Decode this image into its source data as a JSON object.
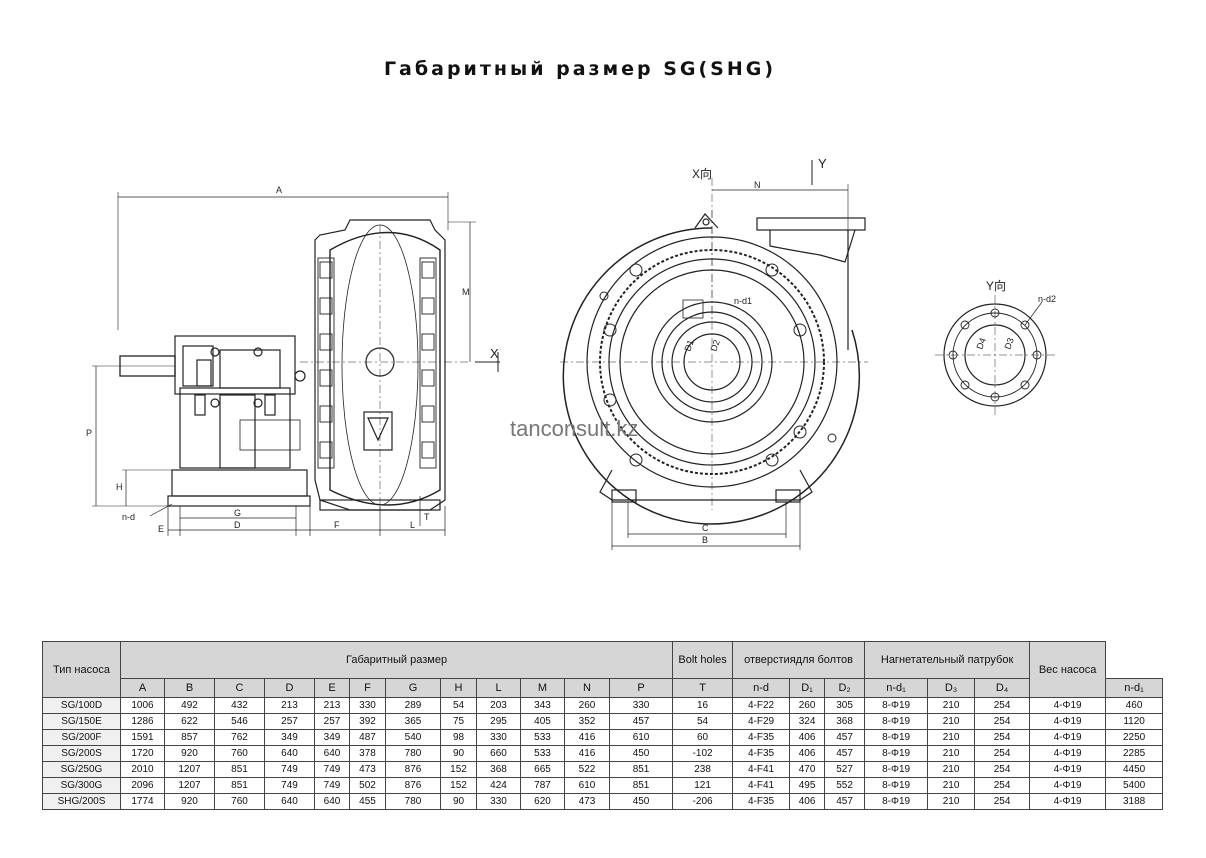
{
  "title": "Габаритный размер SG(SHG)",
  "watermark": "tanconsult.kz",
  "drawing_labels": {
    "A": "A",
    "M": "M",
    "X_mark": "X",
    "P": "P",
    "H": "H",
    "T": "T",
    "nd": "n-d",
    "E": "E",
    "G": "G",
    "D": "D",
    "F": "F",
    "L": "L",
    "x_view": "X向",
    "y_mark": "Y",
    "N": "N",
    "nd1": "n-d1",
    "D1": "D1",
    "D2": "D2",
    "C": "C",
    "B": "B",
    "y_view": "Y向",
    "nd2": "n-d2",
    "D4": "D4",
    "D3": "D3"
  },
  "table": {
    "col_pump_type": "Тип насоса",
    "group_dims": "Габаритный размер",
    "group_bolt": "Bolt holes",
    "group_flange": "отверстиядля болтов",
    "group_outlet": "Нагнетательный патрубок",
    "col_weight": "Вес насоса",
    "subheaders": [
      "A",
      "B",
      "C",
      "D",
      "E",
      "F",
      "G",
      "H",
      "L",
      "M",
      "N",
      "P",
      "T",
      "n-d",
      "D₁",
      "D₂",
      "n-d₁",
      "D₃",
      "D₄",
      "n-d₁"
    ],
    "rows": [
      [
        "SG/100D",
        "1006",
        "492",
        "432",
        "213",
        "213",
        "330",
        "289",
        "54",
        "203",
        "343",
        "260",
        "330",
        "16",
        "4-F22",
        "260",
        "305",
        "8-Φ19",
        "210",
        "254",
        "4-Φ19",
        "460"
      ],
      [
        "SG/150E",
        "1286",
        "622",
        "546",
        "257",
        "257",
        "392",
        "365",
        "75",
        "295",
        "405",
        "352",
        "457",
        "54",
        "4-F29",
        "324",
        "368",
        "8-Φ19",
        "210",
        "254",
        "4-Φ19",
        "1120"
      ],
      [
        "SG/200F",
        "1591",
        "857",
        "762",
        "349",
        "349",
        "487",
        "540",
        "98",
        "330",
        "533",
        "416",
        "610",
        "60",
        "4-F35",
        "406",
        "457",
        "8-Φ19",
        "210",
        "254",
        "4-Φ19",
        "2250"
      ],
      [
        "SG/200S",
        "1720",
        "920",
        "760",
        "640",
        "640",
        "378",
        "780",
        "90",
        "660",
        "533",
        "416",
        "450",
        "-102",
        "4-F35",
        "406",
        "457",
        "8-Φ19",
        "210",
        "254",
        "4-Φ19",
        "2285"
      ],
      [
        "SG/250G",
        "2010",
        "1207",
        "851",
        "749",
        "749",
        "473",
        "876",
        "152",
        "368",
        "665",
        "522",
        "851",
        "238",
        "4-F41",
        "470",
        "527",
        "8-Φ19",
        "210",
        "254",
        "4-Φ19",
        "4450"
      ],
      [
        "SG/300G",
        "2096",
        "1207",
        "851",
        "749",
        "749",
        "502",
        "876",
        "152",
        "424",
        "787",
        "610",
        "851",
        "121",
        "4-F41",
        "495",
        "552",
        "8-Φ19",
        "210",
        "254",
        "4-Φ19",
        "5400"
      ],
      [
        "SHG/200S",
        "1774",
        "920",
        "760",
        "640",
        "640",
        "455",
        "780",
        "90",
        "330",
        "620",
        "473",
        "450",
        "-206",
        "4-F35",
        "406",
        "457",
        "8-Φ19",
        "210",
        "254",
        "4-Φ19",
        "3188"
      ]
    ]
  }
}
